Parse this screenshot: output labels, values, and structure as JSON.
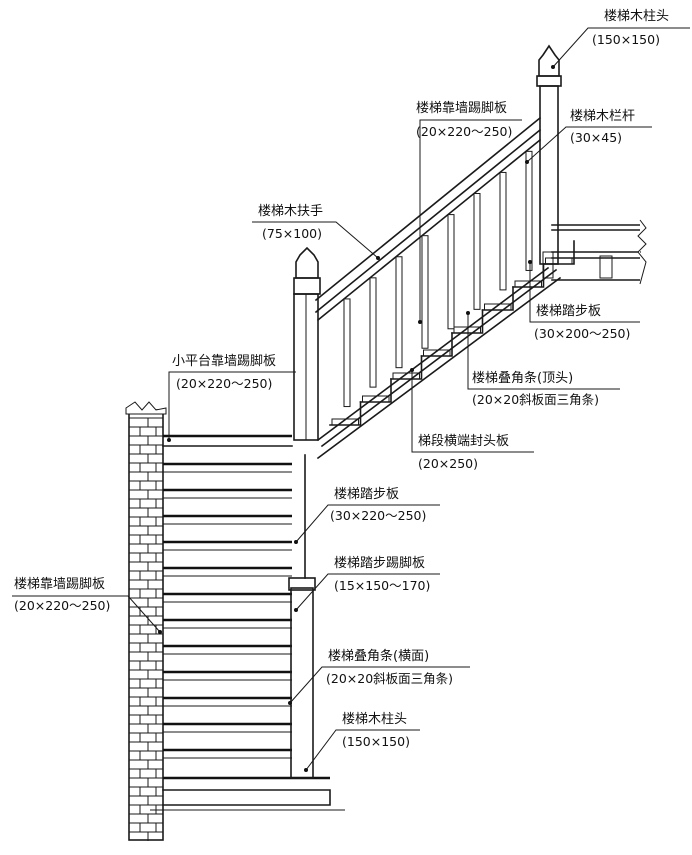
{
  "labels": {
    "top_post_head": {
      "name": "楼梯木柱头",
      "spec": "(150×150)"
    },
    "wall_skirting_up": {
      "name": "楼梯靠墙踢脚板",
      "spec": "(20×220～250)"
    },
    "baluster": {
      "name": "楼梯木栏杆",
      "spec": "(30×45)"
    },
    "handrail": {
      "name": "楼梯木扶手",
      "spec": "(75×100)"
    },
    "tread_upper": {
      "name": "楼梯踏步板",
      "spec": "(30×200～250)"
    },
    "landing_skirting": {
      "name": "小平台靠墙踢脚板",
      "spec": "(20×220～250)"
    },
    "nosing_top": {
      "name": "楼梯叠角条(顶头)",
      "spec": "(20×20斜板面三角条)"
    },
    "stringer_end": {
      "name": "梯段横端封头板",
      "spec": "(20×250)"
    },
    "tread_lower": {
      "name": "楼梯踏步板",
      "spec": "(30×220～250)"
    },
    "riser": {
      "name": "楼梯踏步踢脚板",
      "spec": "(15×150～170)"
    },
    "wall_skirting_low": {
      "name": "楼梯靠墙踢脚板",
      "spec": "(20×220～250)"
    },
    "nosing_face": {
      "name": "楼梯叠角条(横面)",
      "spec": "(20×20斜板面三角条)"
    },
    "bottom_post_head": {
      "name": "楼梯木柱头",
      "spec": "(150×150)"
    }
  }
}
